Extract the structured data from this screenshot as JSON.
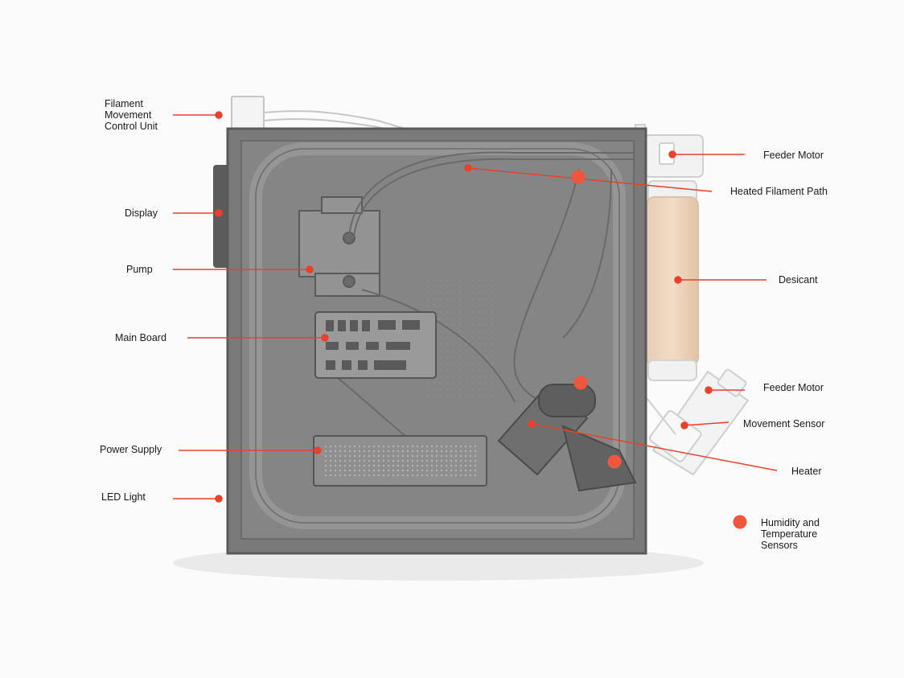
{
  "accent_color": "#e8412c",
  "labels": {
    "filament_movement_control_unit": "Filament\nMovement\nControl Unit",
    "display": "Display",
    "pump": "Pump",
    "main_board": "Main Board",
    "power_supply": "Power Supply",
    "led_light": "LED Light",
    "feeder_motor_top": "Feeder Motor",
    "heated_filament_path": "Heated Filament Path",
    "desicant": "Desicant",
    "feeder_motor_bottom": "Feeder Motor",
    "movement_sensor": "Movement Sensor",
    "heater": "Heater"
  },
  "legend": {
    "humidity_sensors": "Humidity and\nTemperature\nSensors"
  }
}
